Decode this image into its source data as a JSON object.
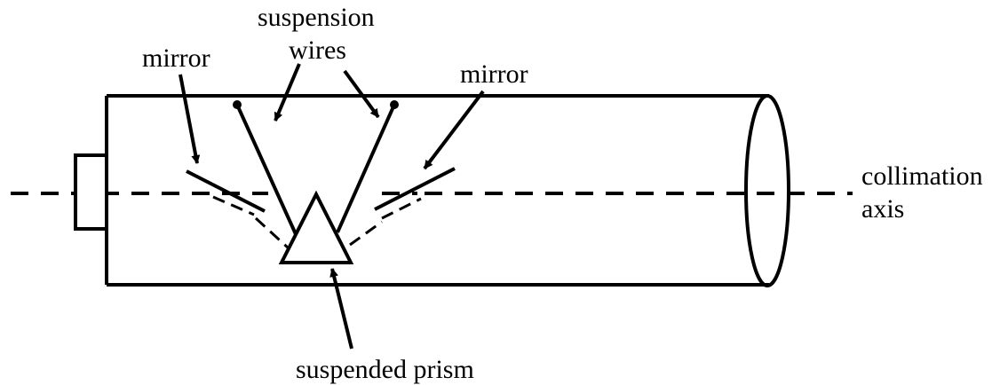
{
  "labels": {
    "mirror_left": "mirror",
    "suspension_line1": "suspension",
    "suspension_line2": "wires",
    "mirror_right": "mirror",
    "collimation_line1": "collimation",
    "collimation_line2": "axis",
    "prism": "suspended prism"
  }
}
